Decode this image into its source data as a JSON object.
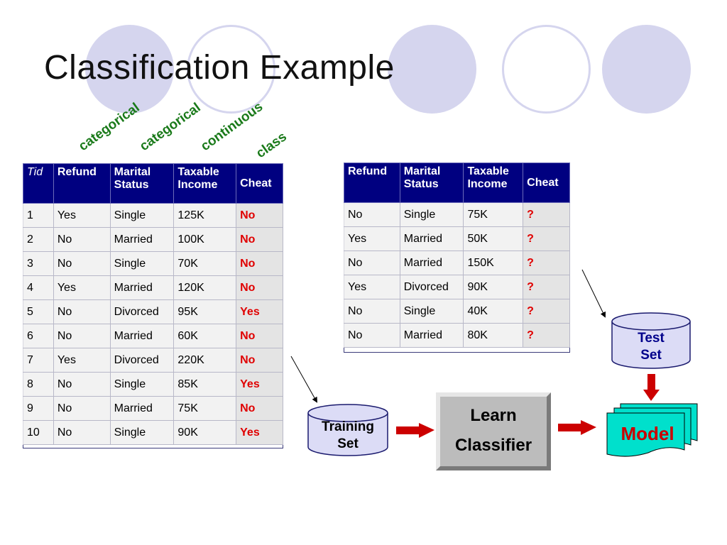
{
  "page": {
    "title": "Classification Example"
  },
  "annotations": [
    "categorical",
    "categorical",
    "continuous",
    "class"
  ],
  "training_table": {
    "headers": [
      "Tid",
      "Refund",
      "Marital Status",
      "Taxable Income",
      "Cheat"
    ],
    "rows": [
      [
        "1",
        "Yes",
        "Single",
        "125K",
        "No"
      ],
      [
        "2",
        "No",
        "Married",
        "100K",
        "No"
      ],
      [
        "3",
        "No",
        "Single",
        "70K",
        "No"
      ],
      [
        "4",
        "Yes",
        "Married",
        "120K",
        "No"
      ],
      [
        "5",
        "No",
        "Divorced",
        "95K",
        "Yes"
      ],
      [
        "6",
        "No",
        "Married",
        "60K",
        "No"
      ],
      [
        "7",
        "Yes",
        "Divorced",
        "220K",
        "No"
      ],
      [
        "8",
        "No",
        "Single",
        "85K",
        "Yes"
      ],
      [
        "9",
        "No",
        "Married",
        "75K",
        "No"
      ],
      [
        "10",
        "No",
        "Single",
        "90K",
        "Yes"
      ]
    ]
  },
  "test_table": {
    "headers": [
      "Refund",
      "Marital Status",
      "Taxable Income",
      "Cheat"
    ],
    "rows": [
      [
        "No",
        "Single",
        "75K",
        "?"
      ],
      [
        "Yes",
        "Married",
        "50K",
        "?"
      ],
      [
        "No",
        "Married",
        "150K",
        "?"
      ],
      [
        "Yes",
        "Divorced",
        "90K",
        "?"
      ],
      [
        "No",
        "Single",
        "40K",
        "?"
      ],
      [
        "No",
        "Married",
        "80K",
        "?"
      ]
    ]
  },
  "diagram": {
    "training_set": "Training\nSet",
    "test_set": "Test\nSet",
    "learn_line1": "Learn",
    "learn_line2": "Classifier",
    "model": "Model"
  },
  "colors": {
    "header_bg": "#000080",
    "answer_text": "#e00000",
    "annotation_text": "#1a7a1a",
    "arrow": "#cc0000",
    "cylinder_fill": "#dcdcf6",
    "model_fill": "#00e0cc"
  }
}
